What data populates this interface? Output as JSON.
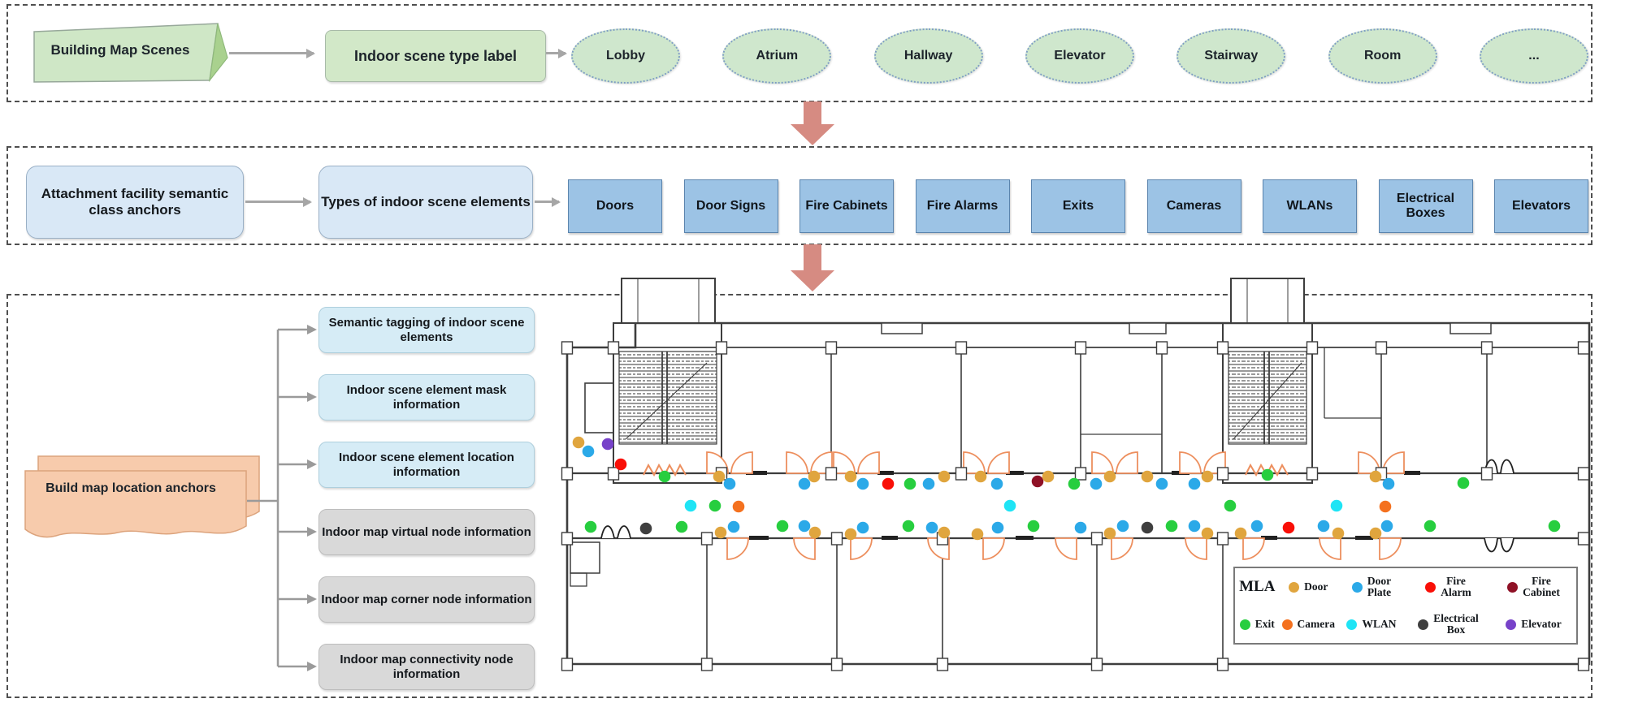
{
  "section_scenes": {
    "flag_label": "Building Map Scenes",
    "box_label": "Indoor scene type label",
    "scene_types": [
      "Lobby",
      "Atrium",
      "Hallway",
      "Elevator",
      "Stairway",
      "Room",
      "..."
    ]
  },
  "section_elements": {
    "anchor_label": "Attachment facility semantic class anchors",
    "box_label": "Types of indoor scene elements",
    "element_types": [
      "Doors",
      "Door Signs",
      "Fire Cabinets",
      "Fire Alarms",
      "Exits",
      "Cameras",
      "WLANs",
      "Electrical Boxes",
      "Elevators"
    ]
  },
  "section_anchors": {
    "source_label": "Build map location anchors",
    "info_boxes": [
      {
        "label": "Semantic tagging of indoor scene elements",
        "tone": "blue"
      },
      {
        "label": "Indoor scene element mask information",
        "tone": "blue"
      },
      {
        "label": "Indoor scene element location information",
        "tone": "blue"
      },
      {
        "label": "Indoor map virtual node information",
        "tone": "gray"
      },
      {
        "label": "Indoor map corner node information",
        "tone": "gray"
      },
      {
        "label": "Indoor map connectivity node information",
        "tone": "gray"
      }
    ]
  },
  "floorplan": {
    "legend_title": "MLA",
    "colors": {
      "door": "#E0A53E",
      "door_plate": "#2BA9E8",
      "fire_alarm": "#F90F07",
      "fire_cabinet": "#8F1126",
      "exit": "#27CE3F",
      "camera": "#F4711F",
      "wlan": "#1FE4F5",
      "electrical_box": "#3F3F3F",
      "elevator": "#7742C9"
    },
    "legend_items": [
      {
        "type": "door",
        "label": "Door"
      },
      {
        "type": "door_plate",
        "label": "Door\nPlate"
      },
      {
        "type": "fire_alarm",
        "label": "Fire\nAlarm"
      },
      {
        "type": "fire_cabinet",
        "label": "Fire\nCabinet"
      },
      {
        "type": "exit",
        "label": "Exit"
      },
      {
        "type": "camera",
        "label": "Camera"
      },
      {
        "type": "wlan",
        "label": "WLAN"
      },
      {
        "type": "electrical_box",
        "label": "Electrical\nBox"
      },
      {
        "type": "elevator",
        "label": "Elevator"
      }
    ],
    "dots": [
      [
        "door",
        22,
        210
      ],
      [
        "door_plate",
        34,
        221
      ],
      [
        "elevator",
        58,
        212
      ],
      [
        "fire_alarm",
        74,
        237
      ],
      [
        "exit",
        128,
        252
      ],
      [
        "door",
        195,
        252
      ],
      [
        "door_plate",
        208,
        261
      ],
      [
        "door_plate",
        300,
        261
      ],
      [
        "door",
        312,
        252
      ],
      [
        "door",
        357,
        252
      ],
      [
        "door_plate",
        372,
        261
      ],
      [
        "fire_alarm",
        403,
        261
      ],
      [
        "exit",
        430,
        261
      ],
      [
        "door_plate",
        453,
        261
      ],
      [
        "door",
        472,
        252
      ],
      [
        "door",
        517,
        252
      ],
      [
        "door_plate",
        537,
        261
      ],
      [
        "fire_cabinet",
        587,
        258
      ],
      [
        "door",
        600,
        252
      ],
      [
        "exit",
        632,
        261
      ],
      [
        "door_plate",
        659,
        261
      ],
      [
        "door",
        676,
        252
      ],
      [
        "door",
        722,
        252
      ],
      [
        "door_plate",
        740,
        261
      ],
      [
        "door_plate",
        780,
        261
      ],
      [
        "door",
        796,
        252
      ],
      [
        "exit",
        870,
        250
      ],
      [
        "door",
        1003,
        252
      ],
      [
        "door_plate",
        1019,
        261
      ],
      [
        "exit",
        1111,
        260
      ],
      [
        "wlan",
        160,
        288
      ],
      [
        "exit",
        190,
        288
      ],
      [
        "camera",
        219,
        289
      ],
      [
        "wlan",
        553,
        288
      ],
      [
        "exit",
        824,
        288
      ],
      [
        "wlan",
        955,
        288
      ],
      [
        "camera",
        1015,
        289
      ],
      [
        "exit",
        37,
        314
      ],
      [
        "electrical_box",
        105,
        316
      ],
      [
        "exit",
        149,
        314
      ],
      [
        "door",
        197,
        321
      ],
      [
        "door_plate",
        213,
        314
      ],
      [
        "exit",
        273,
        313
      ],
      [
        "door_plate",
        300,
        313
      ],
      [
        "door",
        313,
        321
      ],
      [
        "door",
        357,
        323
      ],
      [
        "door_plate",
        372,
        315
      ],
      [
        "exit",
        428,
        313
      ],
      [
        "door_plate",
        457,
        315
      ],
      [
        "door",
        472,
        321
      ],
      [
        "door",
        513,
        323
      ],
      [
        "door_plate",
        538,
        315
      ],
      [
        "exit",
        582,
        313
      ],
      [
        "door_plate",
        640,
        315
      ],
      [
        "door",
        676,
        322
      ],
      [
        "door_plate",
        692,
        313
      ],
      [
        "electrical_box",
        722,
        315
      ],
      [
        "exit",
        752,
        313
      ],
      [
        "door_plate",
        780,
        313
      ],
      [
        "door",
        796,
        322
      ],
      [
        "door",
        837,
        322
      ],
      [
        "door_plate",
        857,
        313
      ],
      [
        "fire_alarm",
        896,
        315
      ],
      [
        "door_plate",
        939,
        313
      ],
      [
        "door",
        957,
        322
      ],
      [
        "door",
        1003,
        322
      ],
      [
        "door_plate",
        1017,
        313
      ],
      [
        "exit",
        1070,
        313
      ],
      [
        "exit",
        1223,
        313
      ]
    ]
  }
}
